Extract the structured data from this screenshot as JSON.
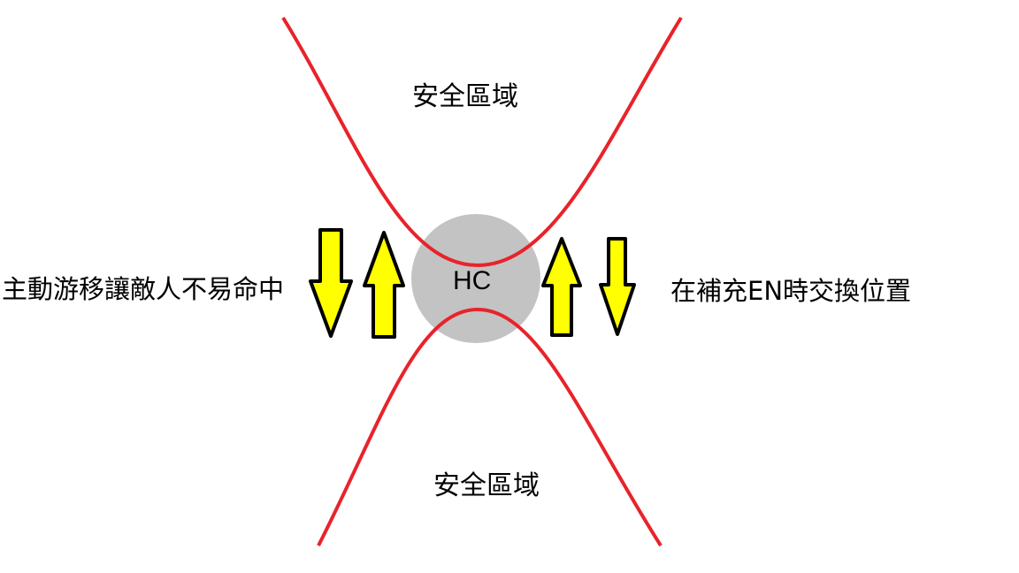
{
  "center": {
    "label": "HC",
    "fill": "#c3c3c3"
  },
  "zones": {
    "top": "安全區域",
    "bottom": "安全區域"
  },
  "left_caption": "主動游移讓敵人不易命中",
  "right_caption": "在補充EN時交換位置",
  "colors": {
    "boundary": "#e8232b",
    "arrow_fill": "#ffff00",
    "arrow_stroke": "#000000"
  },
  "arrows": {
    "left": [
      "down",
      "up"
    ],
    "right": [
      "up",
      "down"
    ]
  }
}
